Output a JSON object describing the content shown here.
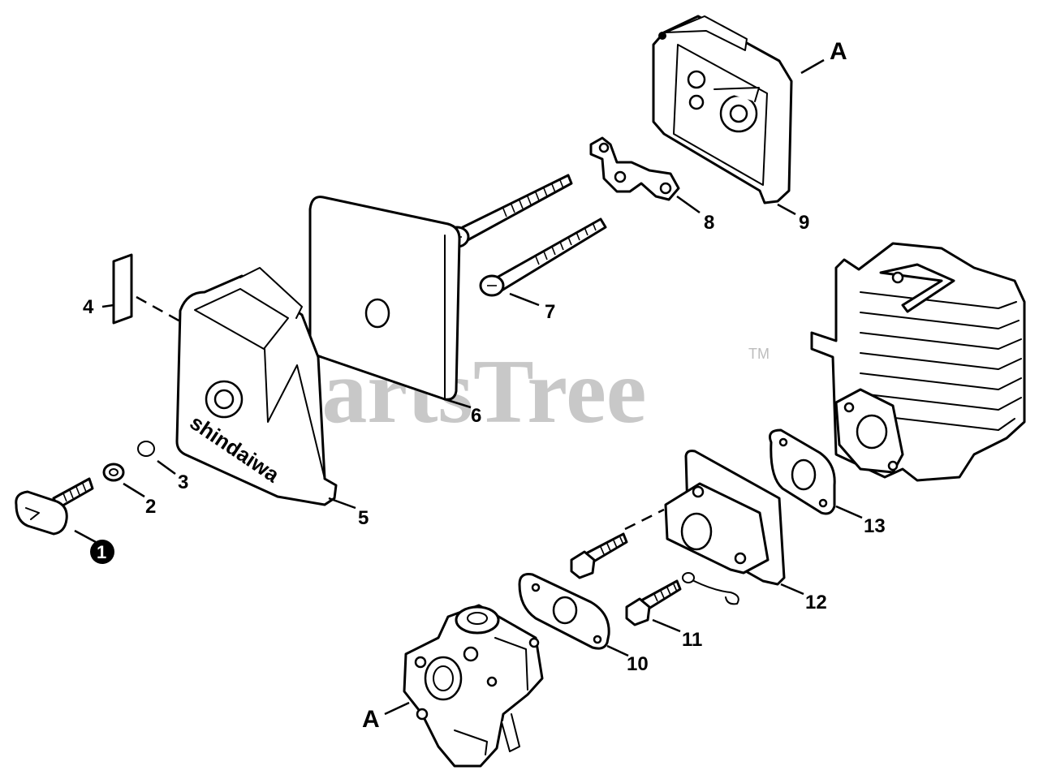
{
  "watermark": {
    "text": "PartsTree",
    "trademark": "TM"
  },
  "brand_on_cover": "shindaiwa",
  "callouts": {
    "p1": "1",
    "p2": "2",
    "p3": "3",
    "p4": "4",
    "p5": "5",
    "p6": "6",
    "p7": "7",
    "p8": "8",
    "p9": "9",
    "p10": "10",
    "p11": "11",
    "p12": "12",
    "p13": "13"
  },
  "reference": {
    "top": "A",
    "bottom": "A"
  },
  "colors": {
    "line": "#000000",
    "background": "#ffffff",
    "watermark": "#c8c8c8"
  }
}
